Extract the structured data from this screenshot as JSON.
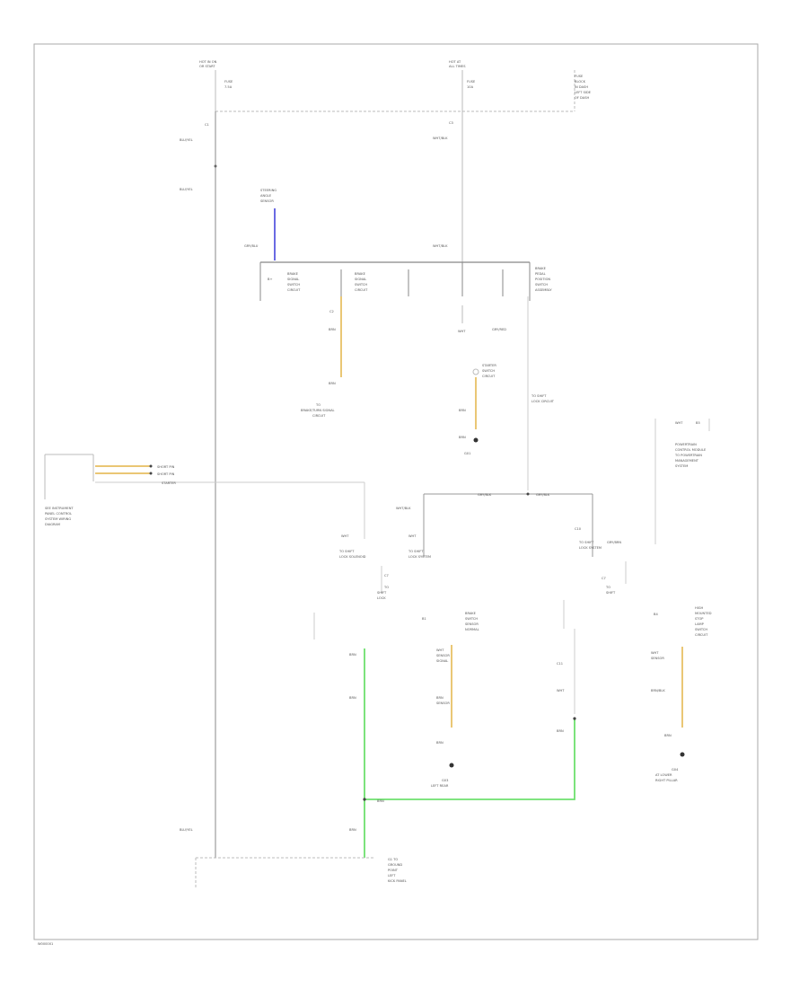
{
  "diagram": {
    "code": "W000001",
    "fuse_top_left": "HOT IN ON\nOR START",
    "fuse_top_right": "HOT AT\nALL TIMES",
    "wires": {
      "blue": "#5a5ae0",
      "orange": "#e3b447",
      "green": "#6ee06e",
      "gray": "#bdbdbd",
      "black": "#2b2b2b"
    }
  }
}
